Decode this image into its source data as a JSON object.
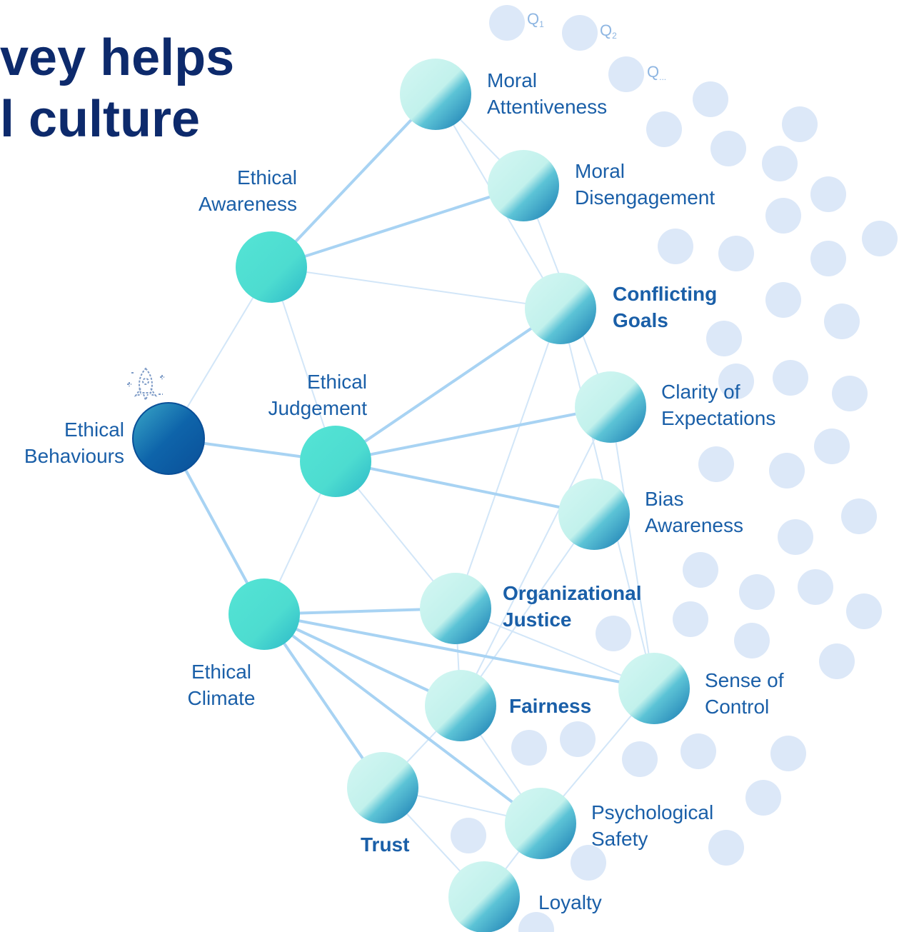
{
  "title": {
    "line1": "vey helps",
    "line2": "l culture"
  },
  "question_bubbles": [
    {
      "letter": "Q",
      "subscript": "1"
    },
    {
      "letter": "Q",
      "subscript": "2"
    },
    {
      "letter": "Q",
      "subscript": "..."
    }
  ],
  "nodes": {
    "ethical_behaviours": {
      "line1": "Ethical",
      "line2": "Behaviours"
    },
    "ethical_awareness": {
      "line1": "Ethical",
      "line2": "Awareness"
    },
    "ethical_judgement": {
      "line1": "Ethical",
      "line2": "Judgement"
    },
    "ethical_climate": {
      "line1": "Ethical",
      "line2": "Climate"
    },
    "moral_attentiveness": {
      "line1": "Moral",
      "line2": "Attentiveness"
    },
    "moral_disengagement": {
      "line1": "Moral",
      "line2": "Disengagement"
    },
    "conflicting_goals": {
      "line1": "Conflicting",
      "line2": "Goals"
    },
    "clarity_of_expectations": {
      "line1": "Clarity of",
      "line2": "Expectations"
    },
    "bias_awareness": {
      "line1": "Bias",
      "line2": "Awareness"
    },
    "organizational_justice": {
      "line1": "Organizational",
      "line2": "Justice"
    },
    "sense_of_control": {
      "line1": "Sense of",
      "line2": "Control"
    },
    "fairness": {
      "line1": "Fairness"
    },
    "trust": {
      "line1": "Trust"
    },
    "psychological_safety": {
      "line1": "Psychological",
      "line2": "Safety"
    },
    "loyalty": {
      "line1": "Loyalty"
    }
  },
  "colors": {
    "title": "#0d2a6c",
    "label": "#1a5fa8",
    "question_label": "#8eb6e2",
    "bubble": "#dce8f8",
    "mid_node": "#4fe0d2",
    "leaf_node": "#c8f4ef",
    "root_node": "#0a5aa6",
    "edge_strong": "#a8d3f3",
    "edge_light": "#d2e6f8"
  },
  "icons": [
    "rocket-icon"
  ]
}
